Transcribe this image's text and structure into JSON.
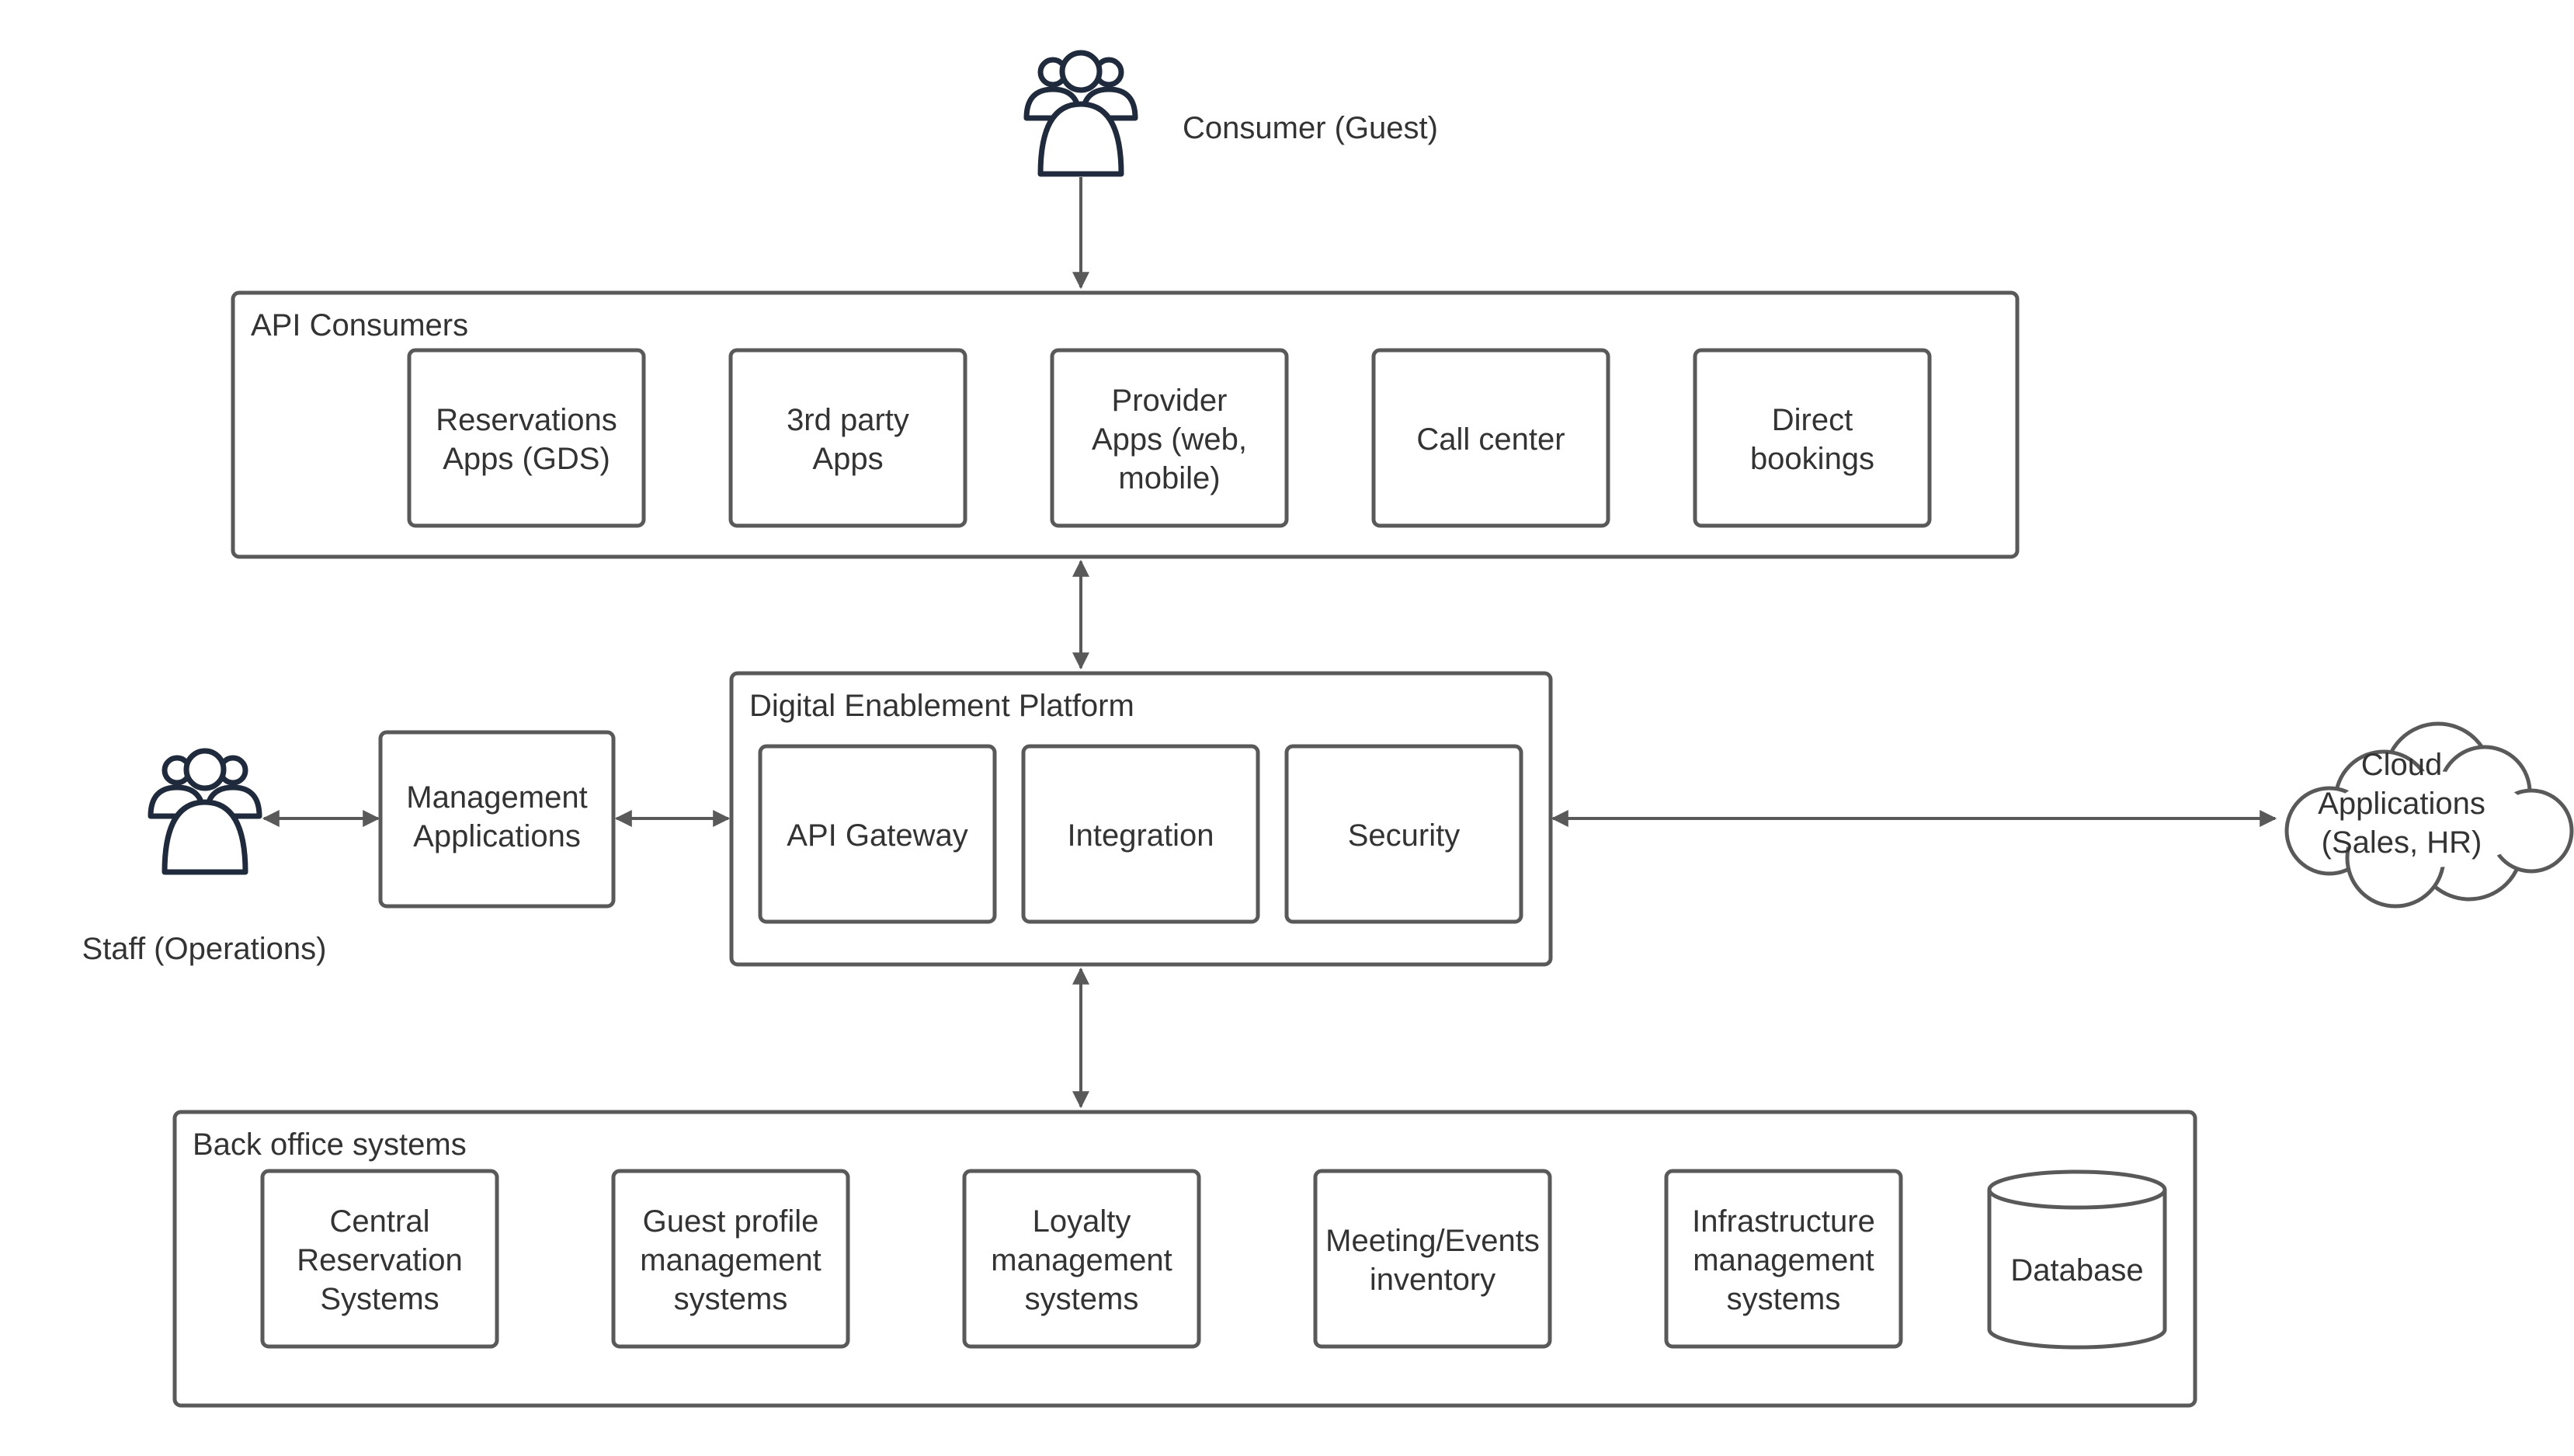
{
  "actors": {
    "consumer": {
      "label": "Consumer (Guest)"
    },
    "staff": {
      "label": "Staff (Operations)"
    }
  },
  "api_consumers": {
    "title": "API Consumers",
    "items": [
      {
        "id": "reservations-apps",
        "lines": [
          "Reservations",
          "Apps (GDS)"
        ]
      },
      {
        "id": "third-party-apps",
        "lines": [
          "3rd party",
          "Apps"
        ]
      },
      {
        "id": "provider-apps",
        "lines": [
          "Provider",
          "Apps (web,",
          "mobile)"
        ]
      },
      {
        "id": "call-center",
        "lines": [
          "Call center"
        ]
      },
      {
        "id": "direct-bookings",
        "lines": [
          "Direct",
          "bookings"
        ]
      }
    ]
  },
  "management_applications": {
    "lines": [
      "Management",
      "Applications"
    ]
  },
  "platform": {
    "title": "Digital Enablement Platform",
    "items": [
      {
        "id": "api-gateway",
        "lines": [
          "API Gateway"
        ]
      },
      {
        "id": "integration",
        "lines": [
          "Integration"
        ]
      },
      {
        "id": "security",
        "lines": [
          "Security"
        ]
      }
    ]
  },
  "cloud": {
    "lines": [
      "Cloud",
      "Applications",
      "(Sales, HR)"
    ]
  },
  "back_office": {
    "title": "Back office systems",
    "items": [
      {
        "id": "central-reservation",
        "lines": [
          "Central",
          "Reservation",
          "Systems"
        ]
      },
      {
        "id": "guest-profile",
        "lines": [
          "Guest profile",
          "management",
          "systems"
        ]
      },
      {
        "id": "loyalty",
        "lines": [
          "Loyalty",
          "management",
          "systems"
        ]
      },
      {
        "id": "meeting-events",
        "lines": [
          "Meeting/Events",
          "inventory"
        ]
      },
      {
        "id": "infrastructure",
        "lines": [
          "Infrastructure",
          "management",
          "systems"
        ]
      }
    ],
    "database": {
      "lines": [
        "Database"
      ]
    }
  },
  "colors": {
    "stroke": "#595959",
    "text": "#333333",
    "icon": "#1f2a3c"
  }
}
